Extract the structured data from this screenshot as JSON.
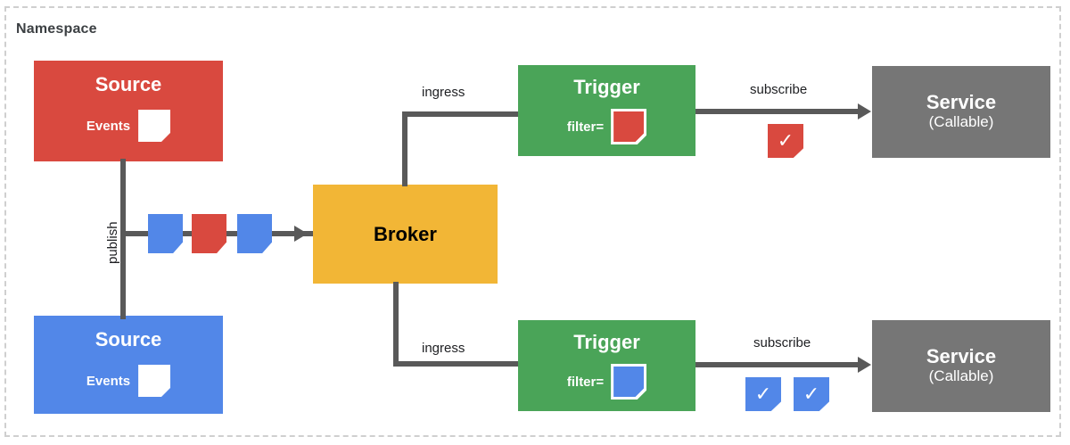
{
  "namespace": {
    "title": "Namespace"
  },
  "colors": {
    "red": "#d9493f",
    "blue": "#5287e8",
    "green": "#4aa458",
    "yellow": "#f2b636",
    "gray": "#767676",
    "line": "#595959",
    "border": "#cfcfcf",
    "text": "#202124"
  },
  "sources": [
    {
      "title": "Source",
      "events_label": "Events",
      "color": "#d9493f",
      "card_color": "#ffffff"
    },
    {
      "title": "Source",
      "events_label": "Events",
      "color": "#5287e8",
      "card_color": "#ffffff"
    }
  ],
  "broker": {
    "title": "Broker"
  },
  "publish": {
    "label": "publish",
    "event_card_colors": [
      "#5287e8",
      "#d9493f",
      "#5287e8"
    ]
  },
  "flows": [
    {
      "ingress_label": "ingress",
      "trigger": {
        "title": "Trigger",
        "filter_label": "filter=",
        "filter_color": "#d9493f"
      },
      "subscribe_label": "subscribe",
      "checks": [
        {
          "glyph": "✓",
          "color": "#d9493f"
        }
      ],
      "service": {
        "title": "Service",
        "subtitle": "(Callable)"
      }
    },
    {
      "ingress_label": "ingress",
      "trigger": {
        "title": "Trigger",
        "filter_label": "filter=",
        "filter_color": "#5287e8"
      },
      "subscribe_label": "subscribe",
      "checks": [
        {
          "glyph": "✓",
          "color": "#5287e8"
        },
        {
          "glyph": "✓",
          "color": "#5287e8"
        }
      ],
      "service": {
        "title": "Service",
        "subtitle": "(Callable)"
      }
    }
  ]
}
